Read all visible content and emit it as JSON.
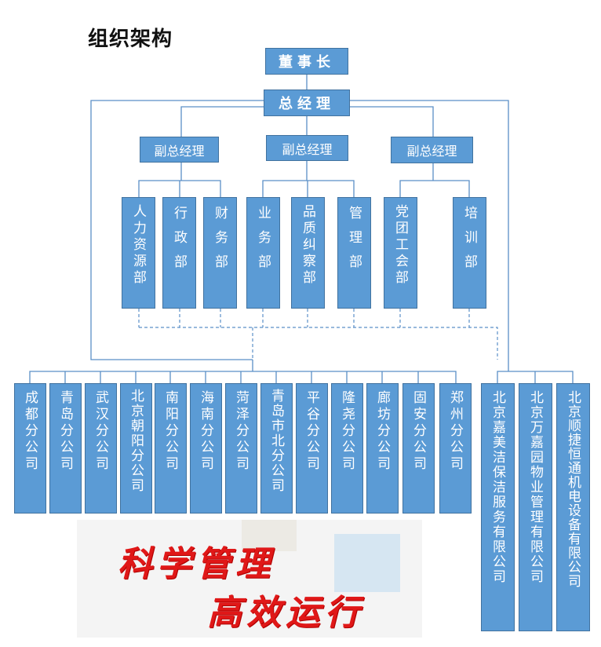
{
  "title": "组织架构",
  "colors": {
    "node_fill": "#5b9bd5",
    "node_border": "#41729f",
    "line": "#5b8fc7",
    "slogan": "#e01818"
  },
  "chairman": "董事长",
  "gm": "总经理",
  "deputies": [
    "副总经理",
    "副总经理",
    "副总经理"
  ],
  "departments": [
    "人力资源部",
    "行政部",
    "财务部",
    "业务部",
    "品质纠察部",
    "管理部",
    "党团工会部",
    "培训部"
  ],
  "branches": [
    "成都分公司",
    "青岛分公司",
    "武汉分公司",
    "北京朝阳分公司",
    "南阳分公司",
    "海南分公司",
    "菏泽分公司",
    "青岛市北分公司",
    "平谷分公司",
    "隆尧分公司",
    "廊坊分公司",
    "固安分公司",
    "郑州分公司"
  ],
  "subsidiaries": [
    "北京嘉美洁保洁服务有限公司",
    "北京万嘉园物业管理有限公司",
    "北京顺捷恒通机电设备有限公司"
  ],
  "slogan": [
    "科学管理",
    "高效运行"
  ]
}
